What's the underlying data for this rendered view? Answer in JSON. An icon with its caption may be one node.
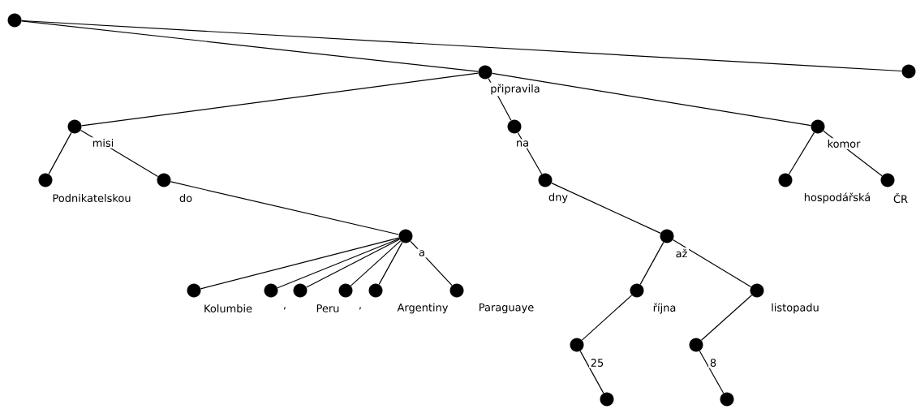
{
  "diagram": {
    "nodes": [
      {
        "text": [],
        "shape": "circle"
      },
      {
        "text": [
          "připravila"
        ]
      },
      {
        "text": [],
        "shape": "circle"
      },
      {
        "text": [
          "misi"
        ]
      },
      {
        "text": [
          "na"
        ]
      },
      {
        "text": [
          "komor"
        ]
      },
      {
        "text": [
          "Podnikatelskou"
        ]
      },
      {
        "text": [
          "do"
        ]
      },
      {
        "text": [
          "dny"
        ]
      },
      {
        "text": [
          "hospodářská"
        ]
      },
      {
        "text": [
          "ČR"
        ]
      },
      {
        "text": [
          "a"
        ]
      },
      {
        "text": [
          "až"
        ]
      },
      {
        "text": [
          "Kolumbie"
        ]
      },
      {
        "text": [
          ","
        ]
      },
      {
        "text": [
          "Peru"
        ]
      },
      {
        "text": [
          ","
        ]
      },
      {
        "text": [
          "Argentiny"
        ]
      },
      {
        "text": [
          "Paraguaye"
        ]
      },
      {
        "text": [
          "října"
        ]
      },
      {
        "text": [
          "listopadu"
        ]
      },
      {
        "text": [
          "25"
        ]
      },
      {
        "text": [
          "8"
        ]
      },
      {
        "text": [],
        "shape": "circle"
      },
      {
        "text": [],
        "shape": "circle"
      }
    ],
    "edges": [
      {
        "from": 0,
        "to": 1,
        "arrow": "none"
      },
      {
        "from": 0,
        "to": 2,
        "arrow": "none"
      },
      {
        "from": 1,
        "to": 3,
        "arrow": "none"
      },
      {
        "from": 1,
        "to": 4,
        "arrow": "none"
      },
      {
        "from": 1,
        "to": 5,
        "arrow": "none"
      },
      {
        "from": 3,
        "to": 6,
        "arrow": "none"
      },
      {
        "from": 3,
        "to": 7,
        "arrow": "none"
      },
      {
        "from": 7,
        "to": 11,
        "arrow": "none"
      },
      {
        "from": 11,
        "to": 13,
        "arrow": "none"
      },
      {
        "from": 11,
        "to": 14,
        "arrow": "none"
      },
      {
        "from": 11,
        "to": 15,
        "arrow": "none"
      },
      {
        "from": 11,
        "to": 16,
        "arrow": "none"
      },
      {
        "from": 11,
        "to": 17,
        "arrow": "none"
      },
      {
        "from": 11,
        "to": 18,
        "arrow": "none"
      },
      {
        "from": 4,
        "to": 8,
        "arrow": "none"
      },
      {
        "from": 8,
        "to": 12,
        "arrow": "none"
      },
      {
        "from": 12,
        "to": 19,
        "arrow": "none"
      },
      {
        "from": 12,
        "to": 20,
        "arrow": "none"
      },
      {
        "from": 19,
        "to": 21,
        "arrow": "none"
      },
      {
        "from": 20,
        "to": 22,
        "arrow": "none"
      },
      {
        "from": 21,
        "to": 23,
        "arrow": "none"
      },
      {
        "from": 22,
        "to": 24,
        "arrow": "none"
      },
      {
        "from": 5,
        "to": 9,
        "arrow": "none"
      },
      {
        "from": 5,
        "to": 10,
        "arrow": "none"
      }
    ]
  }
}
